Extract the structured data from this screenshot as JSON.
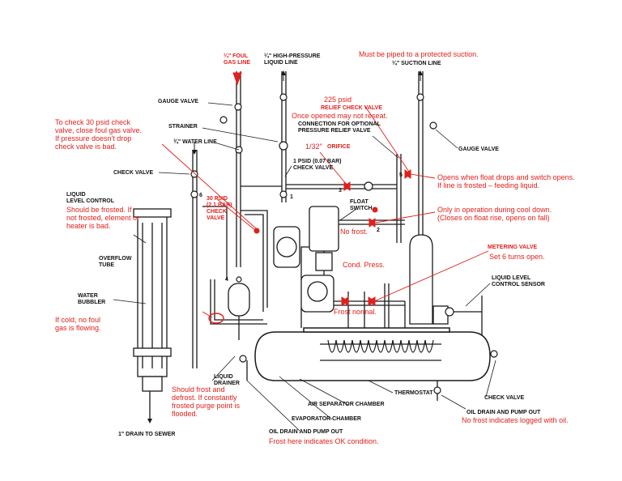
{
  "labels": {
    "foul_gas_line": [
      "¼\" FOUL",
      "GAS LINE"
    ],
    "high_pressure_liquid_line": [
      "¼\" HIGH-PRESSURE",
      "LIQUID LINE"
    ],
    "suction_line": "¼\" SUCTION LINE",
    "gauge_valve_left": "GAUGE VALVE",
    "strainer": "STRAINER",
    "water_line": "¾\" WATER LINE",
    "check_valve_left": "CHECK VALVE",
    "liquid_level_control": [
      "LIQUID",
      "LEVEL CONTROL"
    ],
    "overflow_tube": [
      "OVERFLOW",
      "TUBE"
    ],
    "water_bubbler": [
      "WATER",
      "BUBBLER"
    ],
    "drain_to_sewer": "1\" DRAIN TO SEWER",
    "liquid_drainer": [
      "LIQUID",
      "DRAINER"
    ],
    "check_valve_1psid": [
      "1 PSID (0.07 BAR)",
      "CHECK VALVE"
    ],
    "connection_optional_relief": [
      "CONNECTION FOR OPTIONAL",
      "PRESSURE RELIEF VALVE"
    ],
    "float_switch": [
      "FLOAT",
      "SWITCH"
    ],
    "gauge_valve_right": "GAUGE VALVE",
    "liquid_level_control_sensor": [
      "LIQUID LEVEL",
      "CONTROL SENSOR"
    ],
    "thermostat": "THERMOSTAT",
    "air_separator_chamber": "AIR SEPARATOR CHAMBER",
    "evaporator_chamber": "EVAPORATOR CHAMBER",
    "oil_drain_pump_out_left": "OIL DRAIN AND PUMP OUT",
    "check_valve_right": "CHECK VALVE",
    "oil_drain_pump_out_right": "OIL DRAIN AND PUMP OUT",
    "num_1": "1",
    "num_2": "2",
    "num_3": "3",
    "num_4": "4",
    "num_5": "5",
    "num_6": "6"
  },
  "red_labels": {
    "relief_check_valve": "RELIEF CHECK VALVE",
    "orifice": "ORIFICE",
    "check_30psid": [
      "30 PSID",
      "(2.1 BAR)",
      "CHECK",
      "VALVE"
    ],
    "metering_valve": "METERING VALVE"
  },
  "annotations": {
    "protected_suction": "Must be piped to a protected suction.",
    "psid_225": "225 psid",
    "once_opened": "Once opened may not reseat.",
    "orifice_size": "1/32\"",
    "check_30psid_note": [
      "To check 30 psid check",
      "valve, close foul gas valve.",
      "If pressure doesn't drop",
      "check valve is bad."
    ],
    "should_be_frosted": [
      "Should be frosted. If",
      "not frosted, element or",
      "heater is bad."
    ],
    "opens_float_drops": [
      "Opens when float drops and switch opens.",
      "If line is frosted – feeding liquid."
    ],
    "only_in_operation": [
      "Only in operation during cool down.",
      "(Closes on float rise, opens on fall)"
    ],
    "no_frost": "No frost.",
    "cond_press": "Cond. Press.",
    "set_6_turns": "Set 6 turns open.",
    "frost_normal": "Frost normal.",
    "if_cold": [
      "If cold, no foul",
      "gas is flowing."
    ],
    "should_frost_defrost": [
      "Should frost and",
      "defrost. If constantly",
      "frosted purge point  is",
      "flooded."
    ],
    "frost_ok": "Frost here indicates OK condition.",
    "no_frost_logged": "No frost indicates logged with oil."
  },
  "colors": {
    "line": "#1a1a1a",
    "annotation": "#e0201c",
    "background": "#ffffff"
  }
}
